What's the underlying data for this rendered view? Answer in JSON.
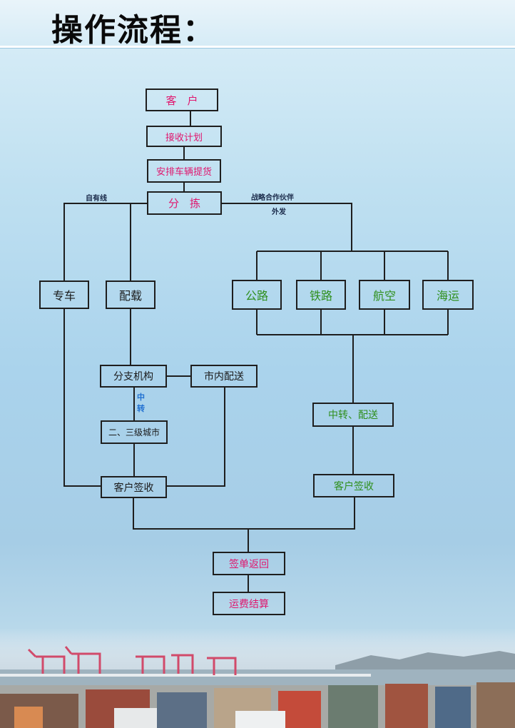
{
  "header": {
    "title": "操作流程："
  },
  "flow": {
    "customer": "客　户",
    "receive_plan": "接收计划",
    "arrange_pickup": "安排车辆提货",
    "sorting": "分　拣",
    "label_own_line": "自有线",
    "label_partner": "战略合作伙伴",
    "label_outsource": "外发",
    "dedicated_truck": "专车",
    "consolidation": "配载",
    "highway": "公路",
    "railway": "铁路",
    "air": "航空",
    "sea": "海运",
    "branch": "分支机构",
    "city_delivery": "市内配送",
    "label_transfer": "中转",
    "tier_cities": "二、三级城市",
    "transfer_delivery": "中转、配送",
    "customer_sign_left": "客户签收",
    "customer_sign_right": "客户签收",
    "receipt_return": "签单返回",
    "freight_settlement": "运费结算"
  },
  "colors": {
    "pink_text": "#e0166e",
    "green_text": "#2f8f1d",
    "line": "#1e1e1e",
    "transfer_label": "#1f6fd1"
  }
}
